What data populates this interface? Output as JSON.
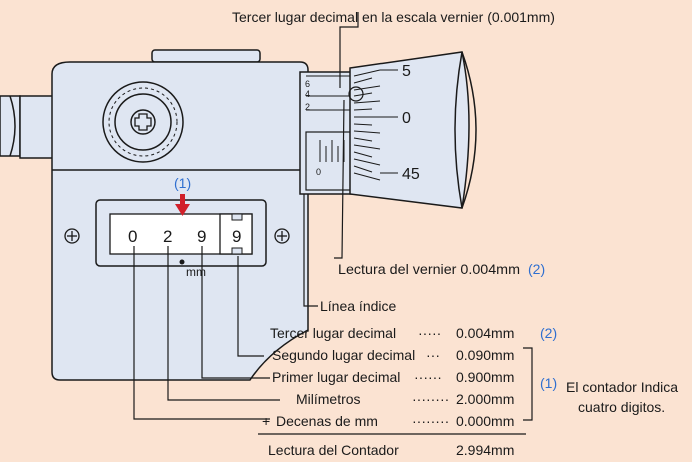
{
  "labels": {
    "top_vernier": "Tercer lugar decimal en la escala vernier (0.001mm)",
    "vernier_reading": "Lectura del vernier 0.004mm",
    "vernier_reading_ref": "(2)",
    "index_line": "Línea índice",
    "counter_note_ref": "(1)",
    "counter_note_line1": "El contador Indica",
    "counter_note_line2": "cuatro digitos.",
    "arrow_ref": "(1)",
    "mm_unit": "mm"
  },
  "counter_digits": [
    "0",
    "2",
    "9",
    "9"
  ],
  "thimble_scale": [
    "5",
    "0",
    "45"
  ],
  "vernier_scale": [
    "6",
    "4",
    "2"
  ],
  "sleeve_zero": "0",
  "readings": [
    {
      "label": "Tercer lugar decimal",
      "dots": "·····",
      "value": "0.004mm",
      "ref": "(2)"
    },
    {
      "label": "Segundo lugar decimal",
      "dots": "···",
      "value": "0.090mm",
      "ref": ""
    },
    {
      "label": "Primer lugar decimal",
      "dots": "······",
      "value": "0.900mm",
      "ref": ""
    },
    {
      "label": "Milímetros",
      "dots": "········",
      "value": "2.000mm",
      "ref": ""
    },
    {
      "label": "Decenas de mm",
      "dots": "········",
      "value": "0.000mm",
      "ref": "",
      "prefix": "+"
    }
  ],
  "total": {
    "label": "Lectura del Contador",
    "value": "2.994mm"
  },
  "colors": {
    "background": "#fbe3d2",
    "body": "#dfe6f2",
    "outline": "#1a1a1a",
    "accent_blue": "#2f6fd0",
    "arrow_red": "#d1202a"
  }
}
